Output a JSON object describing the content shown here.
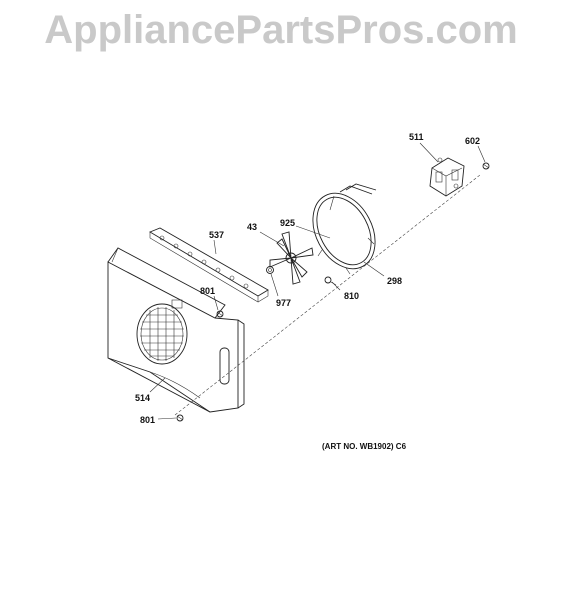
{
  "watermark": "AppliancePartsPros.com",
  "art_number": "(ART NO. WB1902) C6",
  "part_labels": {
    "p511": "511",
    "p602": "602",
    "p925": "925",
    "p43": "43",
    "p537": "537",
    "p298": "298",
    "p810": "810",
    "p977": "977",
    "p801a": "801",
    "p514": "514",
    "p801b": "801"
  }
}
